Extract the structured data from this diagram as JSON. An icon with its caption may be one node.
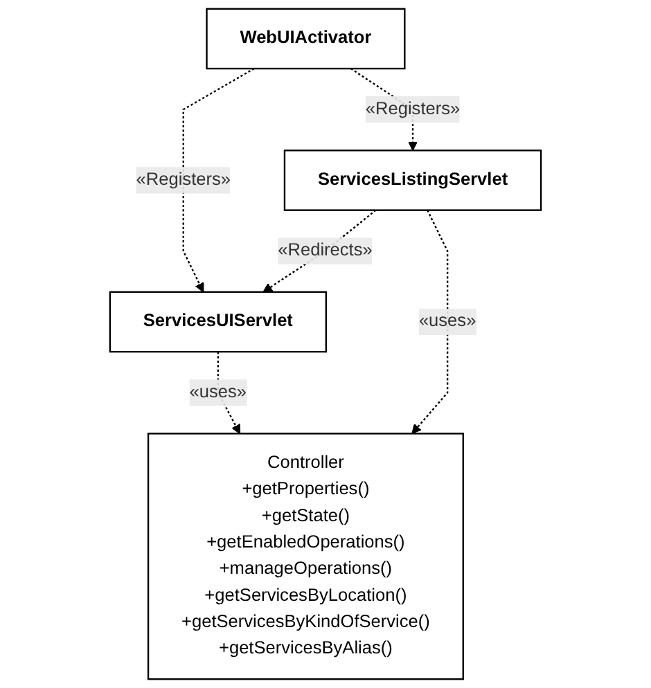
{
  "diagram": {
    "nodes": [
      {
        "text": [
          "WebUIActivator"
        ]
      },
      {
        "text": [
          "ServicesUIServlet"
        ]
      },
      {
        "text": [
          "ServicesListingServlet"
        ]
      },
      {
        "text": [
          "Controller",
          "+getProperties()",
          "+getState()",
          "+getEnabledOperations()",
          "+manageOperations()",
          "+getServicesByLocation()",
          "+getServicesByKindOfService()",
          "+getServicesByAlias()"
        ]
      }
    ],
    "edges": [
      {
        "from": 0,
        "to": 1,
        "arrow": "to",
        "label": "«Registers»",
        "style": "dashed"
      },
      {
        "from": 0,
        "to": 2,
        "arrow": "to",
        "label": "«Registers»",
        "style": "dashed"
      },
      {
        "from": 2,
        "to": 1,
        "arrow": "to",
        "label": "«Redirects»",
        "style": "dashed"
      },
      {
        "from": 1,
        "to": 3,
        "arrow": "to",
        "label": "«uses»",
        "style": "dashed"
      },
      {
        "from": 2,
        "to": 3,
        "arrow": "to",
        "label": "«uses»",
        "style": "dashed"
      }
    ]
  }
}
